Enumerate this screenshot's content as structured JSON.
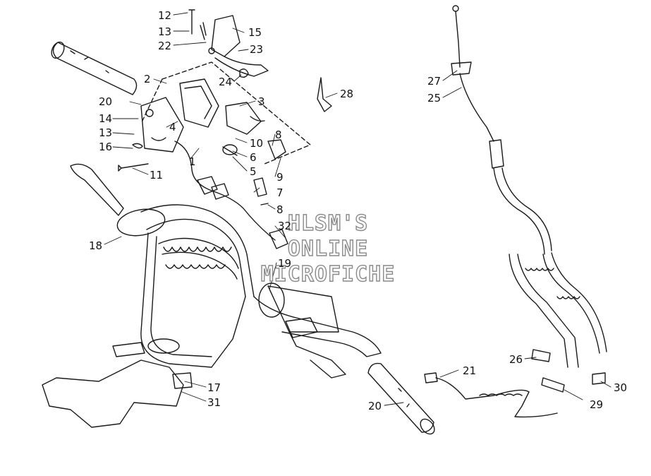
{
  "watermark": {
    "line1": "HLSM'S",
    "line2": "ONLINE",
    "line3": "MICROFICHE"
  },
  "callouts": {
    "c12": "12",
    "c13a": "13",
    "c22": "22",
    "c15": "15",
    "c23": "23",
    "c24": "24",
    "c2": "2",
    "c3": "3",
    "c20a": "20",
    "c14": "14",
    "c4": "4",
    "c13b": "13",
    "c16": "16",
    "c8a": "8",
    "c10": "10",
    "c6": "6",
    "c1": "1",
    "c5": "5",
    "c11": "11",
    "c9": "9",
    "c7": "7",
    "c8b": "8",
    "c32": "32",
    "c18": "18",
    "c19": "19",
    "c17": "17",
    "c31": "31",
    "c20b": "20",
    "c21": "21",
    "c27": "27",
    "c25": "25",
    "c28": "28",
    "c26": "26",
    "c30": "30",
    "c29": "29"
  },
  "colors": {
    "line": "#1a1a1a",
    "background": "#ffffff",
    "watermark_outline": "#8a8a8a"
  }
}
